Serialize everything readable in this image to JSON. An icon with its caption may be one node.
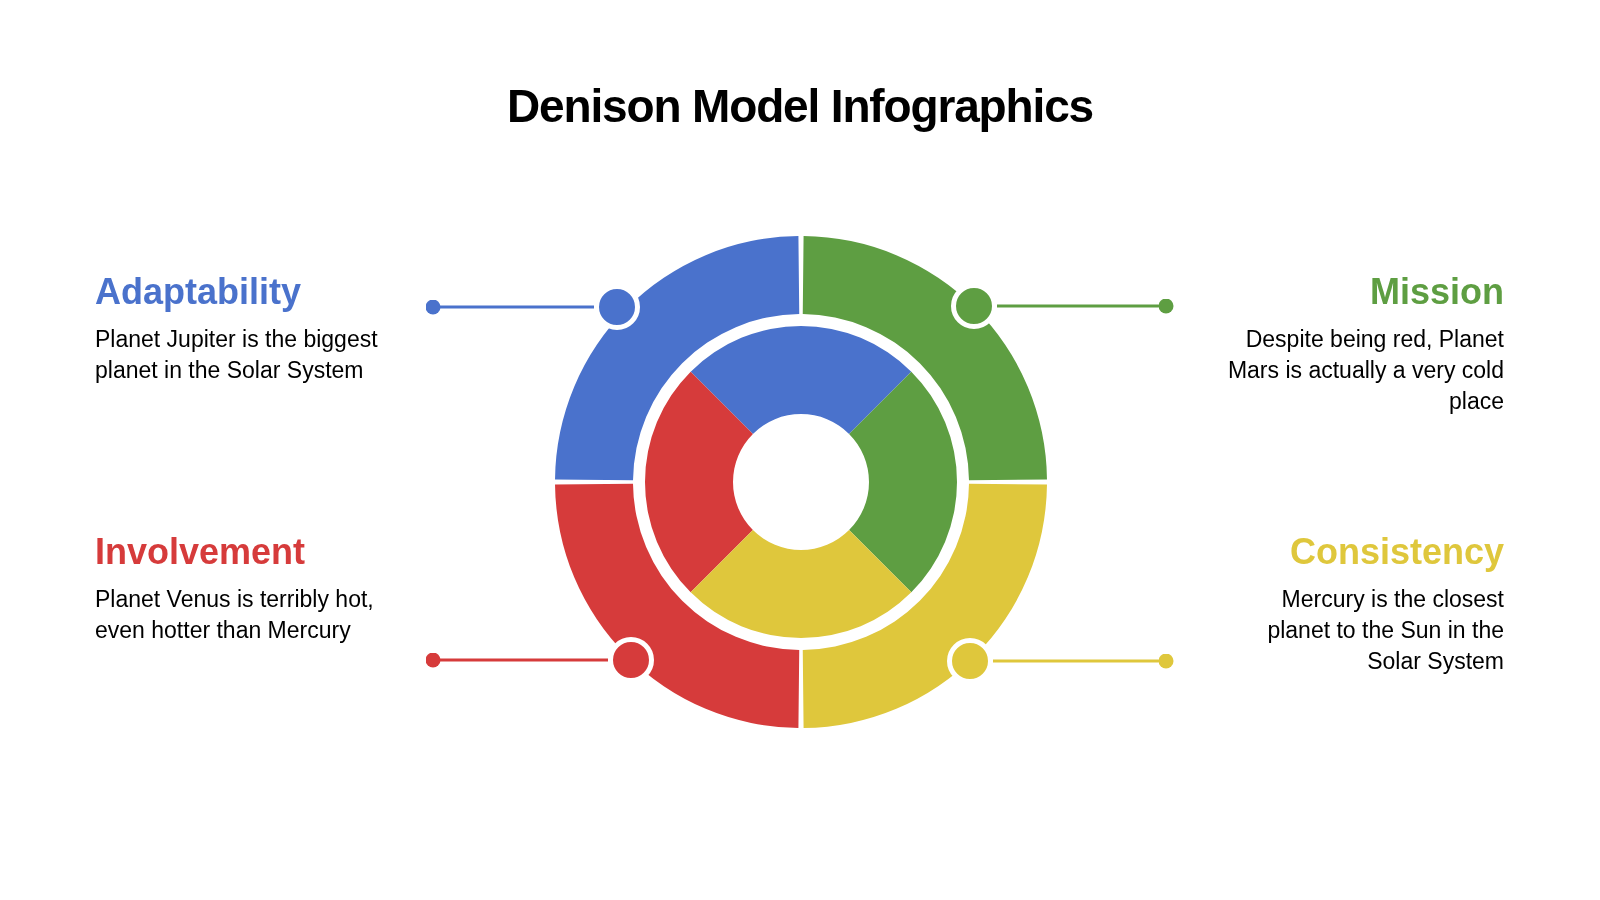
{
  "diagram": {
    "title": "Denison Model Infographics",
    "nodes": [
      {
        "text": [
          "Adaptability",
          "Planet Jupiter is the biggest planet in the Solar System"
        ]
      },
      {
        "text": [
          "Mission",
          "Despite being red, Planet Mars is actually a very cold place"
        ]
      },
      {
        "text": [
          "Involvement",
          "Planet Venus is terribly hot, even hotter than Mercury"
        ]
      },
      {
        "text": [
          "Consistency",
          "Mercury is the closest planet to the Sun in the Solar System"
        ]
      },
      {
        "text": [],
        "shape": "circle"
      },
      {
        "text": [],
        "shape": "circle"
      },
      {
        "text": [],
        "shape": "circle"
      },
      {
        "text": [],
        "shape": "circle"
      }
    ],
    "edges": [
      {
        "from": 0,
        "to": 4,
        "arrow": "other",
        "color": "#4a72cc"
      },
      {
        "from": 1,
        "to": 5,
        "arrow": "other",
        "color": "#5e9e42"
      },
      {
        "from": 2,
        "to": 6,
        "arrow": "other",
        "color": "#d63b3b"
      },
      {
        "from": 3,
        "to": 7,
        "arrow": "other",
        "color": "#dfc73c"
      }
    ]
  }
}
